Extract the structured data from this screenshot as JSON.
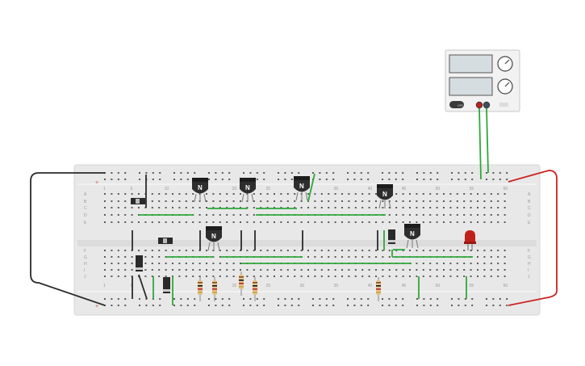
{
  "power_supply": {
    "off_button": "OFF"
  },
  "breadboard": {
    "column_numbers": [
      "1",
      "5",
      "10",
      "15",
      "20",
      "25",
      "30",
      "35",
      "40",
      "45",
      "50",
      "55",
      "60"
    ],
    "top_rows": [
      "A",
      "B",
      "C",
      "D",
      "E"
    ],
    "bottom_rows": [
      "F",
      "G",
      "H",
      "I",
      "J"
    ],
    "rail_plus": "+",
    "rail_minus": "-"
  },
  "components": {
    "transistors": [
      {
        "label": "N"
      },
      {
        "label": "N"
      },
      {
        "label": "N"
      },
      {
        "label": "N"
      },
      {
        "label": "N"
      },
      {
        "label": "N"
      }
    ],
    "led": {
      "color": "#c0201a"
    },
    "resistor_count": 5,
    "diode_count": 3,
    "switch_count": 2
  },
  "colors": {
    "wire_green": "#2fa83a",
    "wire_black": "#2a2a2a",
    "wire_red": "#cc2222",
    "board": "#e8e8e8",
    "hole": "#5a5a5a"
  }
}
